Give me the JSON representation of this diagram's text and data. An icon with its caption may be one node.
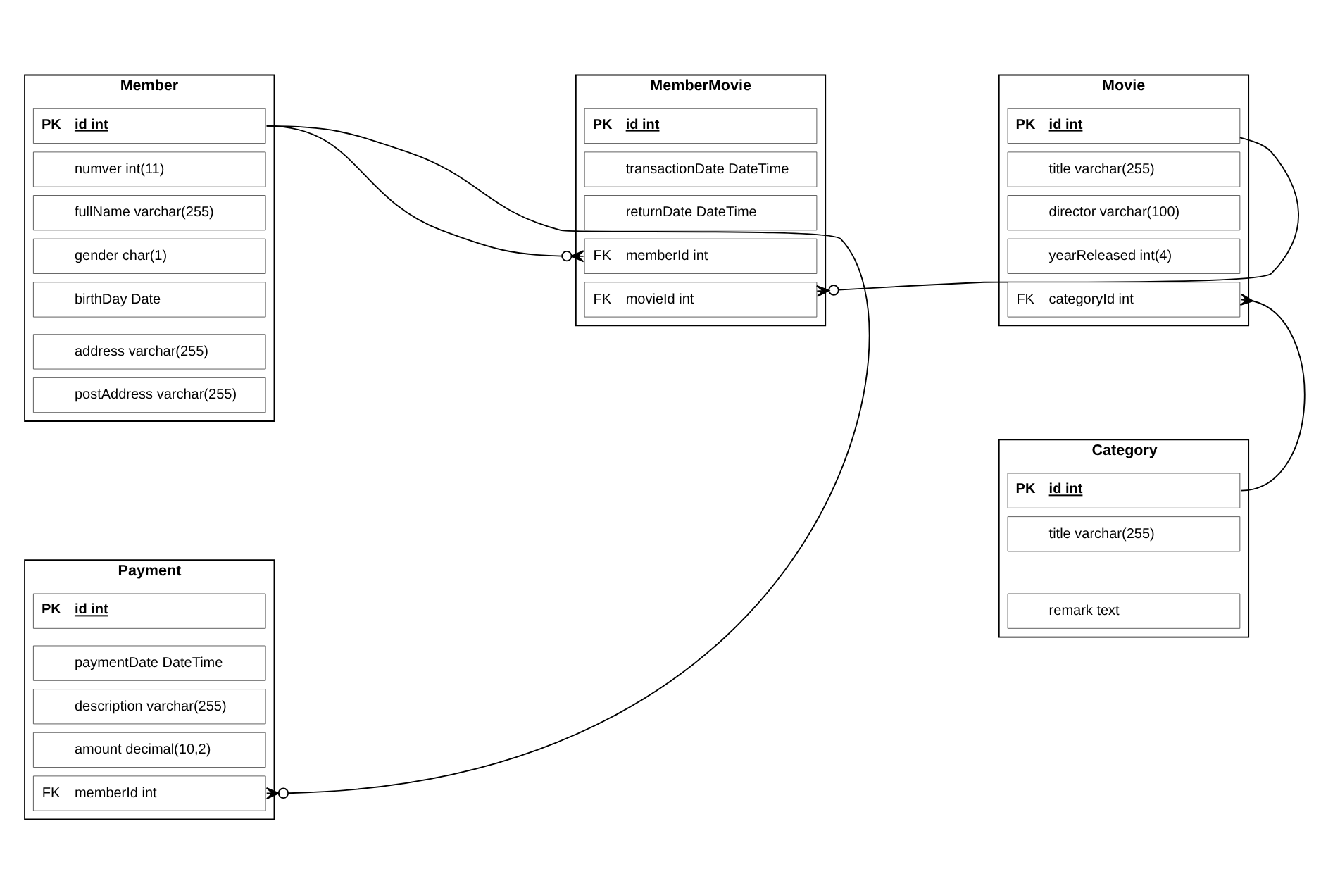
{
  "diagram": {
    "nodes": [
      {
        "text": [
          "Member"
        ]
      },
      {
        "text": [
          "PK",
          "id int"
        ],
        "in": 0
      },
      {
        "text": [
          "numver int(11)"
        ],
        "in": 0
      },
      {
        "text": [
          "fullName varchar(255)"
        ],
        "in": 0
      },
      {
        "text": [
          "gender char(1)"
        ],
        "in": 0
      },
      {
        "text": [
          "birthDay Date"
        ],
        "in": 0
      },
      {
        "text": [
          "address varchar(255)"
        ],
        "in": 0
      },
      {
        "text": [
          "postAddress varchar(255)"
        ],
        "in": 0
      },
      {
        "text": [
          "MemberMovie"
        ]
      },
      {
        "text": [
          "PK",
          "id int"
        ],
        "in": 8
      },
      {
        "text": [
          "transactionDate DateTime"
        ],
        "in": 8
      },
      {
        "text": [
          "returnDate DateTime"
        ],
        "in": 8
      },
      {
        "text": [
          "FK",
          "memberId int"
        ],
        "in": 8
      },
      {
        "text": [
          "FK",
          "movieId int"
        ],
        "in": 8
      },
      {
        "text": [
          "Movie"
        ]
      },
      {
        "text": [
          "PK",
          "id int"
        ],
        "in": 14
      },
      {
        "text": [
          "title varchar(255)"
        ],
        "in": 14
      },
      {
        "text": [
          "director varchar(100)"
        ],
        "in": 14
      },
      {
        "text": [
          "yearReleased int(4)"
        ],
        "in": 14
      },
      {
        "text": [
          "FK",
          "categoryId int"
        ],
        "in": 14
      },
      {
        "text": [
          "Category"
        ]
      },
      {
        "text": [
          "PK",
          "id int"
        ],
        "in": 20
      },
      {
        "text": [
          "title varchar(255)"
        ],
        "in": 20
      },
      {
        "text": [
          "remark text"
        ],
        "in": 20
      },
      {
        "text": [
          "Payment"
        ]
      },
      {
        "text": [
          "PK",
          "id int"
        ],
        "in": 24
      },
      {
        "text": [
          "paymentDate DateTime"
        ],
        "in": 24
      },
      {
        "text": [
          "description varchar(255)"
        ],
        "in": 24
      },
      {
        "text": [
          "amount decimal(10,2)"
        ],
        "in": 24
      },
      {
        "text": [
          "FK",
          "memberId int"
        ],
        "in": 24
      }
    ],
    "edges": [
      {
        "from": 1,
        "to": 12,
        "arrow": "other"
      },
      {
        "from": 13,
        "to": 15,
        "arrow": "other"
      },
      {
        "from": 19,
        "to": 21,
        "arrow": "other"
      },
      {
        "from": 1,
        "to": 29,
        "arrow": "other"
      }
    ]
  }
}
